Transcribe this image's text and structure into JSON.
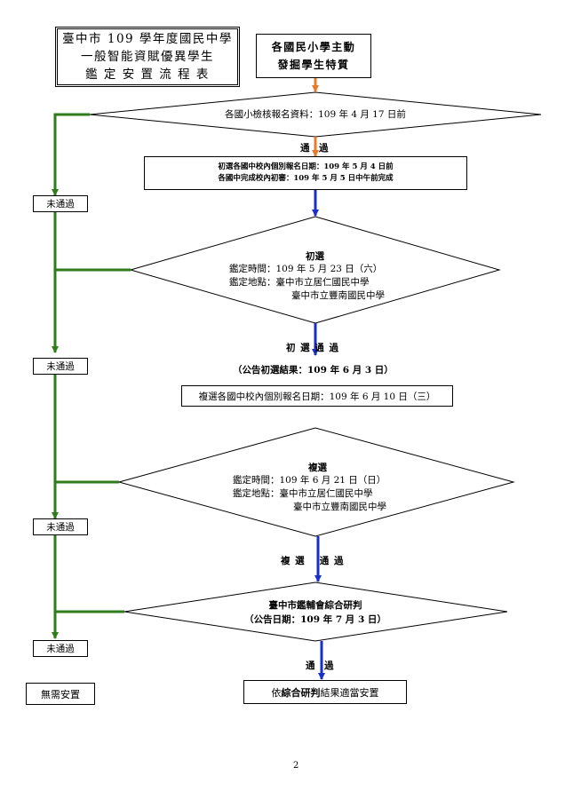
{
  "title": {
    "line1": "臺中市 109 學年度國民中學",
    "line2": "一般智能資賦優異學生",
    "line3": "鑑 定 安 置 流 程 表"
  },
  "start": {
    "line1": "各國民小學主動",
    "line2": "發掘學生特質"
  },
  "step1": {
    "text": "各國小檢核報名資料：109 年 4 月 17 日前"
  },
  "pass1": "通　過",
  "step2": {
    "line1": "初選各國中校內個別報名日期：109 年 5 月 4 日前",
    "line2": "各國中完成校內初審：109 年 5 月 5 日中午前完成"
  },
  "fail_label": "未通過",
  "step3": {
    "title": "初選",
    "time": "鑑定時間：109 年 5 月 23 日（六）",
    "place1": "鑑定地點：臺中市立居仁國民中學",
    "place2": "臺中市立豐南國民中學"
  },
  "pass3": "初 選 通 過",
  "announce1": "（公告初選結果：109 年 6 月 3 日）",
  "step4": {
    "text": "複選各國中校內個別報名日期：109 年 6 月 10 日（三）"
  },
  "step5": {
    "title": "複選",
    "time": "鑑定時間：109 年 6 月 21 日（日）",
    "place1": "鑑定地點：臺中市立居仁國民中學",
    "place2": "臺中市立豐南國民中學"
  },
  "pass5": "複 選　 通 過",
  "step6": {
    "line1": "臺中市鑑輔會綜合研判",
    "line2": "（公告日期：109 年 7 月 3 日）"
  },
  "pass6": "通　過",
  "final": {
    "pre": "依",
    "bold": "綜合研判",
    "post": "結果適當安置"
  },
  "no_placement": "無需安置",
  "page_number": "2",
  "colors": {
    "green": "#2e7d1a",
    "blue": "#1a2fc8",
    "orange": "#e87a2a"
  }
}
